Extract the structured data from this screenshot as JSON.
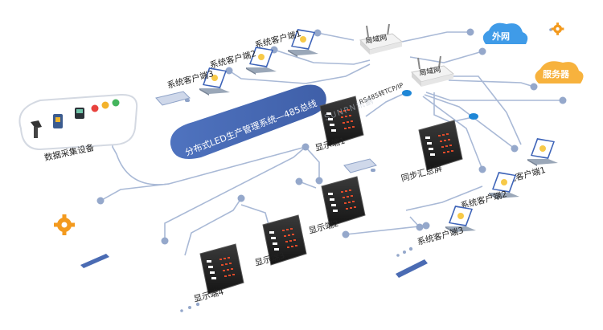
{
  "bus": {
    "label": "分布式LED生产管理系统—485总线",
    "color": "#4a6bb3"
  },
  "data_collection": {
    "label": "数据采集设备"
  },
  "internet": {
    "label": "外网",
    "color": "#3f9be8"
  },
  "server": {
    "label": "服务器",
    "color": "#f7b23d"
  },
  "routers": [
    {
      "label": "局域网"
    },
    {
      "label": "局域网"
    }
  ],
  "protocol_label": "RS485转TCP/IP",
  "watermark": "SUNPN讯鹏",
  "summary_screen": {
    "label": "同步汇总屏"
  },
  "displays": [
    {
      "label": "显示端1"
    },
    {
      "label": "显示端2"
    },
    {
      "label": "显示端3"
    },
    {
      "label": "显示端4"
    }
  ],
  "clients_left": [
    {
      "label": "系统客户端1"
    },
    {
      "label": "系统客户端2"
    },
    {
      "label": "系统客户端3"
    }
  ],
  "clients_right": [
    {
      "label": "系统客户端1"
    },
    {
      "label": "系统客户端2"
    },
    {
      "label": "系统客户端3"
    }
  ],
  "colors": {
    "line": "#a9b9d6",
    "node": "#95a8cb",
    "gear": "#f39a1e"
  }
}
